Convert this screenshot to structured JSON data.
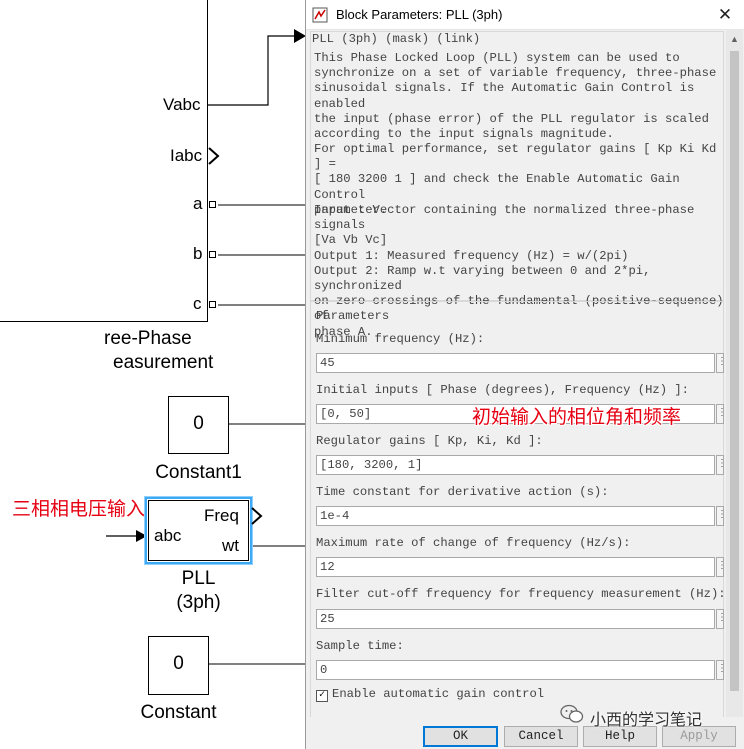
{
  "canvas": {
    "measurement_block": {
      "ports": {
        "vabc": "Vabc",
        "iabc": "Iabc",
        "a": "a",
        "b": "b",
        "c": "c"
      },
      "label_line1": "ree-Phase",
      "label_line2": "easurement"
    },
    "constant1": {
      "value": "0",
      "label": "Constant1"
    },
    "pll_block": {
      "in_port": "abc",
      "freq_port": "Freq",
      "wt_port": "wt",
      "label_line1": "PLL",
      "label_line2": "(3ph)"
    },
    "constant": {
      "value": "0",
      "label": "Constant"
    },
    "annotations": {
      "voltage_input": "三相相电压输入",
      "initial_inputs": "初始输入的相位角和频率"
    },
    "colors": {
      "annotation": "#e60012",
      "selected_block": "#3fa9f5"
    }
  },
  "dialog": {
    "title": "Block Parameters: PLL (3ph)",
    "close_icon": "close-icon",
    "description": {
      "header": "PLL (3ph) (mask) (link)",
      "para1": "This Phase Locked Loop (PLL) system can be used  to\nsynchronize on a set of variable frequency, three-phase\nsinusoidal signals. If the Automatic Gain Control is enabled\nthe input (phase error) of the PLL regulator is scaled\naccording to the input signals magnitude.",
      "para2": "For optimal performance, set regulator gains [ Kp Ki  Kd ] =\n[ 180  3200  1 ] and check the Enable Automatic Gain Control\nparameter.",
      "para3": "Input : Vector containing the normalized three-phase signals\n[Va Vb Vc]\nOutput 1:  Measured frequency (Hz) = w/(2pi)\nOutput 2:  Ramp w.t varying between  0 and 2*pi, synchronized\non zero crossings of the fundamental (positive-sequence) of\nphase A."
    },
    "parameters": {
      "header": "Parameters",
      "fields": [
        {
          "label": "Minimum frequency (Hz):",
          "value": "45"
        },
        {
          "label": "Initial inputs [ Phase (degrees), Frequency (Hz) ]:",
          "value": "[0, 50]"
        },
        {
          "label": "Regulator gains [ Kp, Ki, Kd ]:",
          "value": "[180, 3200, 1]"
        },
        {
          "label": "Time constant for derivative action (s):",
          "value": "1e-4"
        },
        {
          "label": "Maximum rate of change of frequency (Hz/s):",
          "value": "12"
        },
        {
          "label": "Filter cut-off frequency for frequency measurement (Hz):",
          "value": "25"
        },
        {
          "label": "Sample time:",
          "value": "0"
        }
      ],
      "field_button": "⋮",
      "agc_checkbox": {
        "label": "Enable automatic gain control",
        "checked": true,
        "mark": "✓"
      }
    },
    "buttons": {
      "ok": "OK",
      "cancel": "Cancel",
      "help": "Help",
      "apply": "Apply"
    }
  },
  "watermark": {
    "text": "小西的学习笔记",
    "icon": "wechat-icon"
  }
}
